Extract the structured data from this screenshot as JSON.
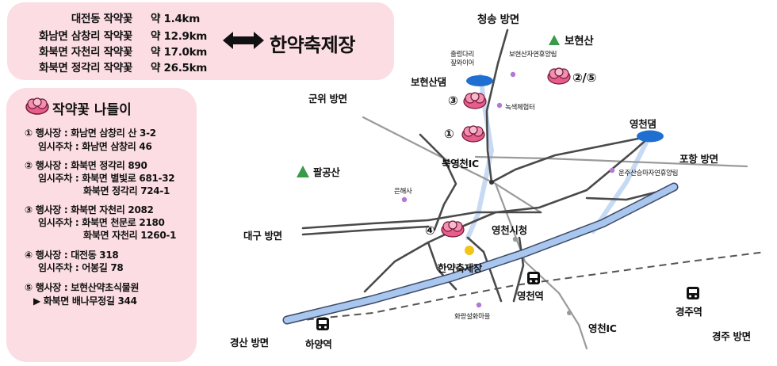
{
  "distances": [
    {
      "name": "대전동 작약꽃",
      "distance": "약  1.4km"
    },
    {
      "name": "화남면 삼창리 작약꽃",
      "distance": "약 12.9km"
    },
    {
      "name": "화북면 자천리 작약꽃",
      "distance": "약 17.0km"
    },
    {
      "name": "화북면 정각리 작약꽃",
      "distance": "약 26.5km"
    }
  ],
  "festival_title": "한약축제장",
  "events": {
    "title": "작약꽃 나들이",
    "lines": [
      "① 행사장 : 화남면 삼창리 산 3-2",
      "임시주차 : 화남면 삼창리 46",
      "② 행사장 : 화북면 정각리 890",
      "임시주차 : 화북면 별빛로 681-32",
      "화북면 정각리 724-1",
      "③ 행사장 : 화북면 자천리 2082",
      "임시주차 : 화북면 천문로 2180",
      "화북면 자천리 1260-1",
      "④ 행사장 : 대전동 318",
      "임시주차 : 어봉길 78",
      "⑤ 행사장 : 보현산약초식물원",
      "▶ 화북면 배나무정길 344"
    ]
  },
  "map": {
    "cheongsong": "청송 방면",
    "bohyeonsan": "보현산",
    "chulleong": "출렁다리",
    "jipwa": "짚와이어",
    "bohyeon_forest": "보현산자연휴양림",
    "bohyeon_dam": "보현산댐",
    "marker_25": "②/⑤",
    "marker_3": "③",
    "nokse": "녹색체험터",
    "gunwi": "군위 방면",
    "marker_1": "①",
    "yeongcheon_dam": "영천댐",
    "pohang": "포항 방면",
    "unjusan": "운주산승마자연휴양림",
    "bukyeongcheon_ic": "북영천IC",
    "palgongsan": "팔공산",
    "eunhaesa": "은해사",
    "daegu": "대구 방면",
    "marker_4": "④",
    "city_hall": "영천시청",
    "festival": "한약축제장",
    "yeongcheon_station": "영천역",
    "gyeongju_station": "경주역",
    "hwarang": "화랑설화마을",
    "yeongcheon_ic": "영천IC",
    "gyeongju": "경주 방면",
    "gyeongsan": "경산 방면",
    "hayang_station": "하양역"
  },
  "colors": {
    "panel_pink": "#fbdde3",
    "flower_pink": "#e85d8c",
    "dam_blue": "#1e6fd0",
    "mountain_green": "#3a9a4a",
    "river_blue": "#c6daf3",
    "highway": "#8fb2e4",
    "road": "#4a4a4a",
    "festival_dot": "#f2c417",
    "poi_dot": "#b07ad0"
  }
}
